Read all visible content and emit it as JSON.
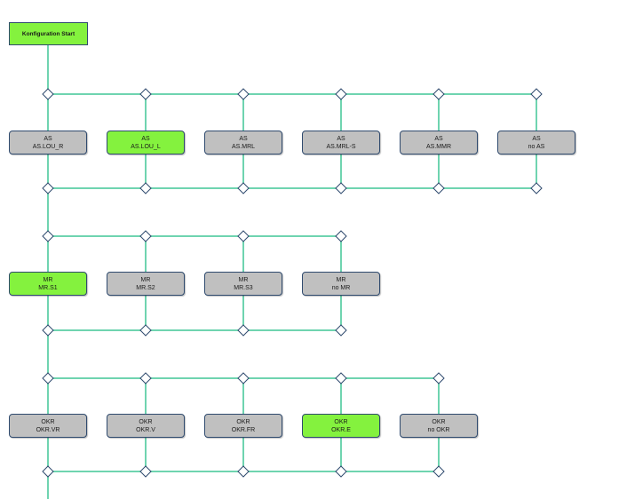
{
  "start": {
    "label": "Konfiguration Start"
  },
  "colors": {
    "line": "#6fd4b0",
    "selected": "#84f23e",
    "unselected": "#c0c0c0",
    "border": "#2f4a6e",
    "diamond_stroke": "#2f4a6e"
  },
  "groups": [
    {
      "category": "AS",
      "options": [
        {
          "category": "AS",
          "code": "AS.LOU_R",
          "selected": false
        },
        {
          "category": "AS",
          "code": "AS.LOU_L",
          "selected": true
        },
        {
          "category": "AS",
          "code": "AS.MRL",
          "selected": false
        },
        {
          "category": "AS",
          "code": "AS.MRL-S",
          "selected": false
        },
        {
          "category": "AS",
          "code": "AS.MMR",
          "selected": false
        },
        {
          "category": "AS",
          "code": "no AS",
          "selected": false
        }
      ]
    },
    {
      "category": "MR",
      "options": [
        {
          "category": "MR",
          "code": "MR.S1",
          "selected": true
        },
        {
          "category": "MR",
          "code": "MR.S2",
          "selected": false
        },
        {
          "category": "MR",
          "code": "MR.S3",
          "selected": false
        },
        {
          "category": "MR",
          "code": "no MR",
          "selected": false
        }
      ]
    },
    {
      "category": "OKR",
      "options": [
        {
          "category": "OKR",
          "code": "OKR.VR",
          "selected": false
        },
        {
          "category": "OKR",
          "code": "OKR.V",
          "selected": false
        },
        {
          "category": "OKR",
          "code": "OKR.FR",
          "selected": false
        },
        {
          "category": "OKR",
          "code": "OKR.E",
          "selected": true
        },
        {
          "category": "OKR",
          "code": "no OKR",
          "selected": false
        }
      ]
    }
  ]
}
